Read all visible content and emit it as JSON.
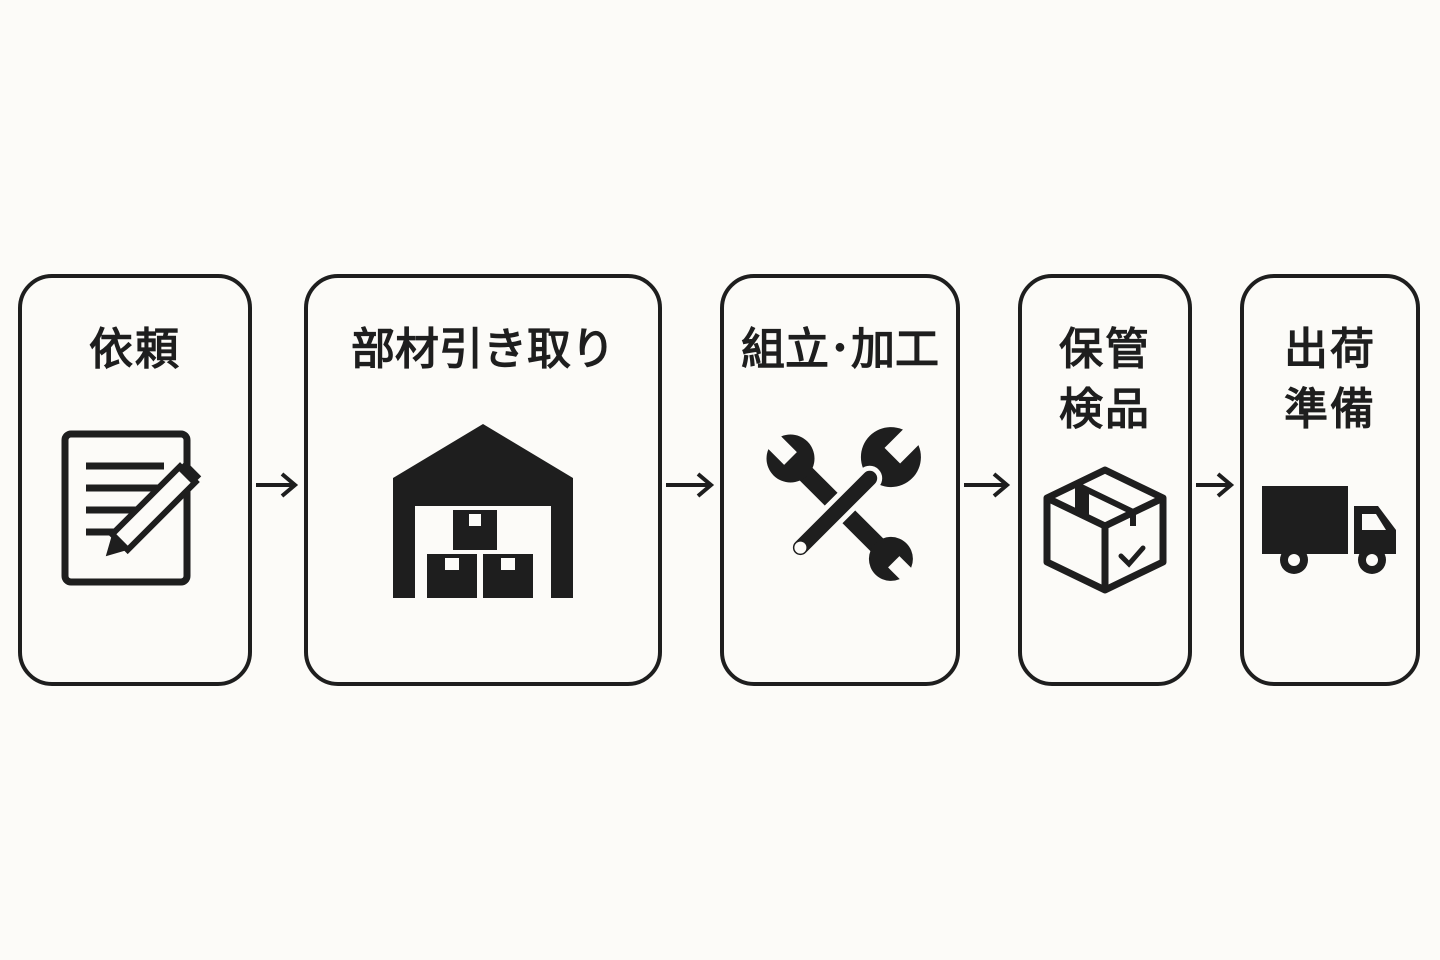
{
  "steps": [
    {
      "label": "依頼",
      "icon": "document-pencil-icon"
    },
    {
      "label": "部材引き取り",
      "icon": "warehouse-boxes-icon"
    },
    {
      "label": "組立･加工",
      "icon": "crossed-wrenches-icon"
    },
    {
      "label": "保管\n検品",
      "icon": "checked-box-icon"
    },
    {
      "label": "出荷\n準備",
      "icon": "delivery-truck-icon"
    }
  ],
  "colors": {
    "stroke": "#1e1e1e",
    "background": "#fcfbf8"
  }
}
